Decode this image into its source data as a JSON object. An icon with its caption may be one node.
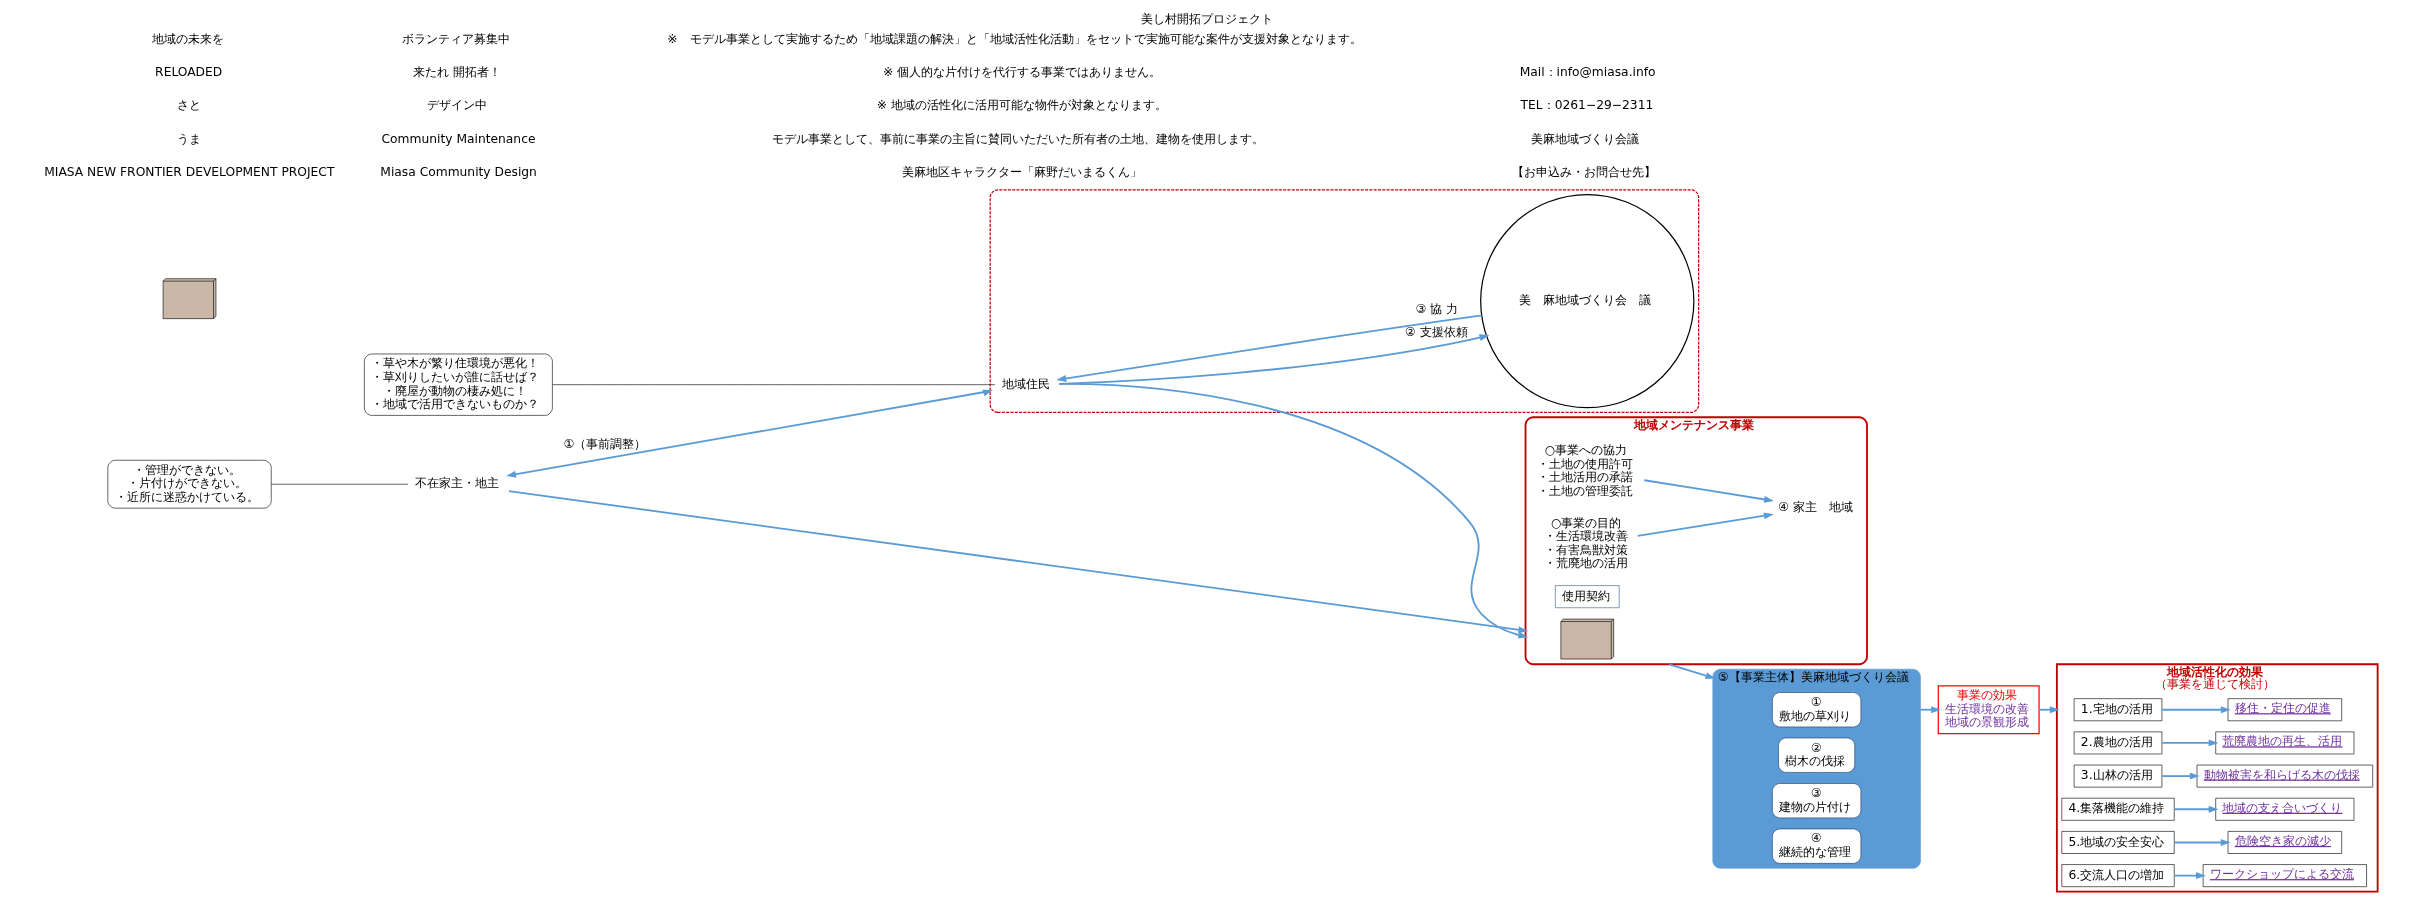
{
  "diagram": {
    "title": "美し村開拓プロジェクト",
    "nodes": [
      {
        "text": [
          "・管理ができない。",
          "・片付けができない。",
          "・近所に迷惑かけている。"
        ]
      },
      {
        "text": [
          "不在家主・地主"
        ]
      },
      {
        "text": [
          "地域メンテナンス事業"
        ]
      },
      {
        "text": [],
        "shape": "picture",
        "in": 2
      },
      {
        "text": [
          "○事業への協力",
          "・土地の使用許可",
          "・土地活用の承諾",
          "・土地の管理委託"
        ],
        "in": 2
      },
      {
        "text": [
          "④ 家主　地域"
        ],
        "in": 2
      },
      {
        "text": [
          "使用契約"
        ],
        "in": 2
      },
      {
        "text": [
          "○事業の目的",
          "・生活環境改善",
          "・有害鳥獣対策",
          "・荒廃地の活用"
        ],
        "in": 2
      },
      {
        "text": [],
        "shape": "box"
      },
      {
        "text": [
          "地域住民"
        ],
        "in": 8
      },
      {
        "text": [
          "美　麻地域づくり会　議"
        ],
        "in": 8
      },
      {
        "text": [
          "・草や木が繁り住環境が悪化！",
          "・草刈りしたいが誰に話せば？",
          "・廃屋が動物の棲み処に！",
          "・地域で活用できないものか？"
        ]
      },
      {
        "text": [
          "⑤【事業主体】美麻地域づくり会議"
        ]
      },
      {
        "text": [
          "①",
          "敷地の草刈り"
        ],
        "in": 12
      },
      {
        "text": [
          "②",
          "樹木の伐採"
        ],
        "in": 12
      },
      {
        "text": [
          "③",
          "建物の片付け"
        ],
        "in": 12
      },
      {
        "text": [
          "④",
          "継続的な管理"
        ],
        "in": 12
      },
      {
        "text": [
          "事業の効果",
          "生活環境の改善",
          "地域の景観形成"
        ]
      },
      {
        "text": [],
        "shape": "picture"
      },
      {
        "text": [
          "地域活性化の効果",
          "（事業を通じて検討）"
        ]
      },
      {
        "text": [
          "1.宅地の活用"
        ],
        "in": 19
      },
      {
        "text": [
          "移住・定住の促進"
        ],
        "in": 19
      },
      {
        "text": [
          "2.農地の活用"
        ],
        "in": 19
      },
      {
        "text": [
          "荒廃農地の再生、活用"
        ],
        "in": 19
      },
      {
        "text": [
          "3.山林の活用"
        ],
        "in": 19
      },
      {
        "text": [
          "動物被害を和らげる木の伐採"
        ],
        "in": 19
      },
      {
        "text": [
          "4.集落機能の維持"
        ],
        "in": 19
      },
      {
        "text": [
          "地域の支え合いづくり"
        ],
        "in": 19
      },
      {
        "text": [
          "5.地域の安全安心"
        ],
        "in": 19
      },
      {
        "text": [
          "危険空き家の減少"
        ],
        "in": 19
      },
      {
        "text": [
          "6.交流人口の増加"
        ],
        "in": 19
      },
      {
        "text": [
          "ワークショップによる交流"
        ],
        "in": 19
      }
    ],
    "edges": [
      {
        "from": 0,
        "to": 1,
        "arrow": "none",
        "color": "#000000"
      },
      {
        "from": 11,
        "to": 9,
        "arrow": "none",
        "color": "#000000"
      },
      {
        "from": 1,
        "to": 8,
        "arrow": "both",
        "label": "①（事前調整）"
      },
      {
        "from": 9,
        "to": 10,
        "arrow": "to",
        "label": "② 支援依頼"
      },
      {
        "from": 10,
        "to": 9,
        "arrow": "to",
        "label": "③ 協 力"
      },
      {
        "from": 1,
        "to": 2,
        "arrow": "to"
      },
      {
        "from": 9,
        "to": 2,
        "arrow": "to"
      },
      {
        "from": 4,
        "to": 5,
        "arrow": "to"
      },
      {
        "from": 7,
        "to": 5,
        "arrow": "to"
      },
      {
        "from": 2,
        "to": 12,
        "arrow": "to"
      },
      {
        "from": 12,
        "to": 17,
        "arrow": "to"
      },
      {
        "from": 17,
        "to": 19,
        "arrow": "to"
      },
      {
        "from": 20,
        "to": 21,
        "arrow": "to"
      },
      {
        "from": 22,
        "to": 23,
        "arrow": "to"
      },
      {
        "from": 24,
        "to": 25,
        "arrow": "to"
      },
      {
        "from": 26,
        "to": 27,
        "arrow": "to"
      },
      {
        "from": 28,
        "to": 29,
        "arrow": "to"
      },
      {
        "from": 30,
        "to": 31,
        "arrow": "to"
      }
    ],
    "labels": [
      "MIASA NEW FRONTIER DEVELOPMENT PROJECT",
      "うま",
      "さと",
      "RELOADED",
      "地域の未来を",
      "Miasa Community Design",
      "Community Maintenance",
      "デザイン中",
      "来たれ 開拓者！",
      "ボランティア募集中",
      "美麻地区キャラクター「麻野だいまるくん」",
      "モデル事業として、事前に事業の主旨に賛同いただいた所有者の土地、建物を使用します。",
      "※ 地域の活性化に活用可能な物件が対象となります。",
      "※ 個人的な片付けを代行する事業ではありません。",
      "※　モデル事業として実施するため「地域課題の解決」と「地域活性化活動」をセットで実施可能な案件が支援対象となります。",
      "【お申込み・お問合せ先】",
      "美麻地域づくり会議",
      "TEL：0261−29−2311",
      "Mail：info@miasa.info"
    ]
  }
}
